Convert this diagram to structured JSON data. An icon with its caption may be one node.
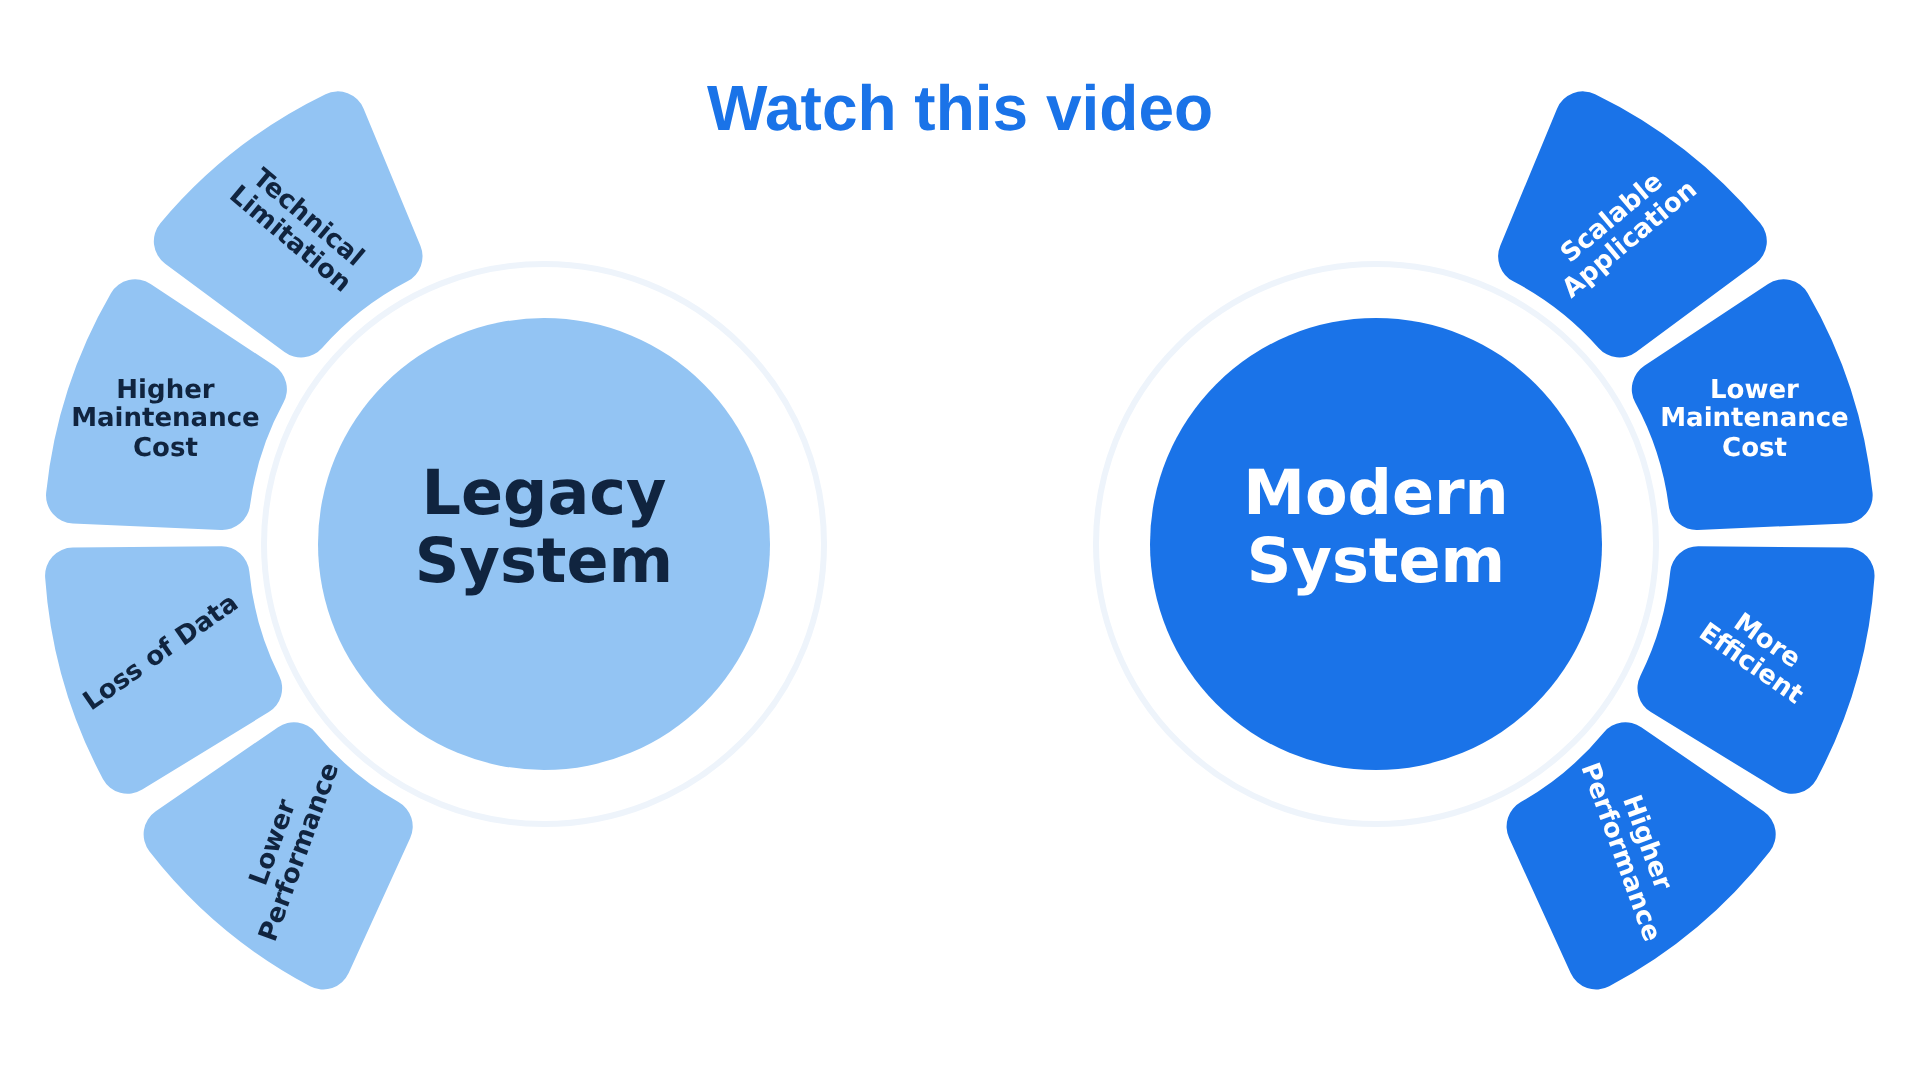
{
  "diagram": {
    "title": "Watch this video",
    "nodes": [
      {
        "text": [
          "Legacy System"
        ]
      },
      {
        "text": [
          "Technical Limitation"
        ]
      },
      {
        "text": [
          "Higher Maintenance Cost"
        ]
      },
      {
        "text": [
          "Loss of Data"
        ]
      },
      {
        "text": [
          "Lower Performance"
        ]
      },
      {
        "text": [
          "Modern System"
        ]
      },
      {
        "text": [
          "Scalable Application"
        ]
      },
      {
        "text": [
          "Lower Maintenance Cost"
        ]
      },
      {
        "text": [
          "More Efficient"
        ]
      },
      {
        "text": [
          "Higher Performance"
        ]
      }
    ]
  }
}
